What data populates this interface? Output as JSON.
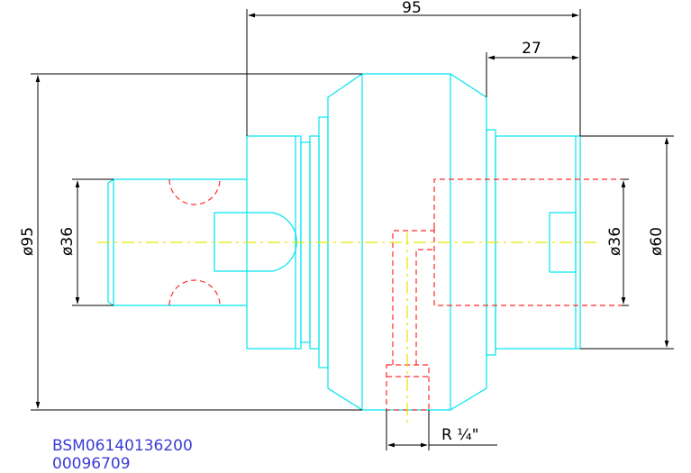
{
  "drawing": {
    "dimensions": {
      "overall_length": "95",
      "right_length": "27",
      "outer_diameter": "ø95",
      "left_shank_diameter": "ø36",
      "right_bore_diameter": "ø36",
      "right_body_diameter": "ø60",
      "thread": "R ¼\""
    },
    "part_number": "BSM06140136200",
    "reference_number": "00096709"
  },
  "colors": {
    "outline": "#00e5ee",
    "hidden": "#ff2a2a",
    "centerline": "#e6e600",
    "dimension": "#000000",
    "part_text": "#3b3bd6"
  }
}
